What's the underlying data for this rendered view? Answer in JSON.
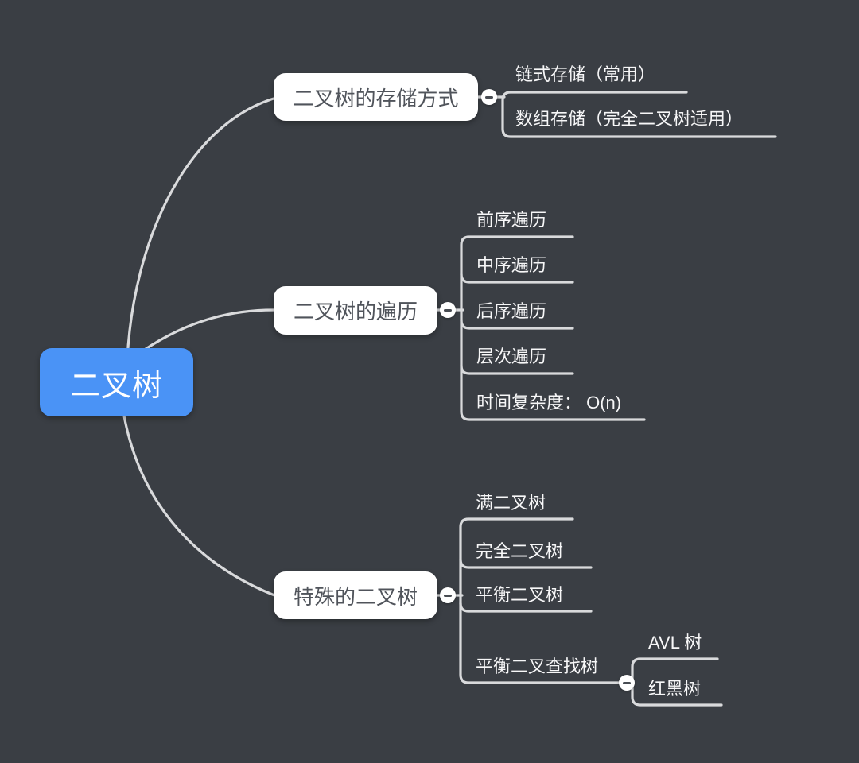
{
  "colors": {
    "background": "#3a3e44",
    "root_fill": "#4a93f6",
    "root_text": "#ffffff",
    "branch_fill": "#ffffff",
    "branch_text": "#50545b",
    "child_text": "#f7f7f8",
    "line": "#d9dadc",
    "collapse_fill": "#ffffff",
    "collapse_glyph": "#484c52"
  },
  "root": {
    "label": "二叉树"
  },
  "branches": [
    {
      "label": "二叉树的存储方式",
      "children": [
        {
          "label": "链式存储（常用）"
        },
        {
          "label": "数组存储（完全二叉树适用）"
        }
      ]
    },
    {
      "label": "二叉树的遍历",
      "children": [
        {
          "label": "前序遍历"
        },
        {
          "label": "中序遍历"
        },
        {
          "label": "后序遍历"
        },
        {
          "label": "层次遍历"
        },
        {
          "label": "时间复杂度： O(n)"
        }
      ]
    },
    {
      "label": "特殊的二叉树",
      "children": [
        {
          "label": "满二叉树"
        },
        {
          "label": "完全二叉树"
        },
        {
          "label": "平衡二叉树"
        },
        {
          "label": "平衡二叉查找树",
          "children": [
            {
              "label": "AVL 树"
            },
            {
              "label": "红黑树"
            }
          ]
        }
      ]
    }
  ]
}
